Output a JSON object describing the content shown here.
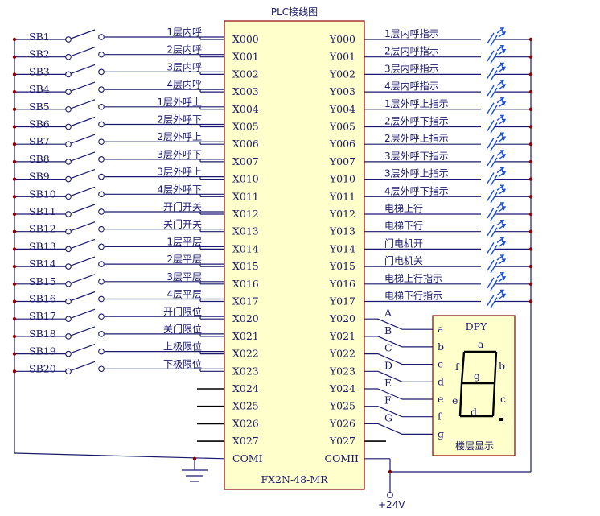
{
  "title": "PLC接线图",
  "model": "FX2N-48-MR",
  "supply_label": "+24V",
  "com_in": "COMI",
  "com_out": "COMII",
  "switches": [
    "SB1",
    "SB2",
    "SB3",
    "SB4",
    "SB5",
    "SB6",
    "SB7",
    "SB8",
    "SB9",
    "SB10",
    "SB11",
    "SB12",
    "SB13",
    "SB14",
    "SB15",
    "SB16",
    "SB17",
    "SB18",
    "SB19",
    "SB20"
  ],
  "input_signals": [
    "1层内呼",
    "2层内呼",
    "3层内呼",
    "4层内呼",
    "1层外呼上",
    "2层外呼下",
    "2层外呼上",
    "3层外呼下",
    "3层外呼上",
    "4层外呼下",
    "开门开关",
    "关门开关",
    "1层平层",
    "2层平层",
    "3层平层",
    "4层平层",
    "开门限位",
    "关门限位",
    "上极限位",
    "下极限位"
  ],
  "inputs": [
    "X000",
    "X001",
    "X002",
    "X003",
    "X004",
    "X005",
    "X006",
    "X007",
    "X010",
    "X011",
    "X012",
    "X013",
    "X014",
    "X015",
    "X016",
    "X017",
    "X020",
    "X021",
    "X022",
    "X023",
    "X024",
    "X025",
    "X026",
    "X027"
  ],
  "outputs": [
    "Y000",
    "Y001",
    "Y002",
    "Y003",
    "Y004",
    "Y005",
    "Y006",
    "Y007",
    "Y010",
    "Y011",
    "Y012",
    "Y013",
    "Y014",
    "Y015",
    "Y016",
    "Y017",
    "Y020",
    "Y021",
    "Y022",
    "Y023",
    "Y024",
    "Y025",
    "Y026",
    "Y027"
  ],
  "output_signals": [
    "1层内呼指示",
    "2层内呼指示",
    "3层内呼指示",
    "4层内呼指示",
    "1层外呼上指示",
    "2层外呼下指示",
    "2层外呼上指示",
    "3层外呼下指示",
    "3层外呼上指示",
    "4层外呼下指示",
    "电梯上行",
    "电梯下行",
    "门电机开",
    "门电机关",
    "电梯上行指示",
    "电梯下行指示"
  ],
  "seg_wires": [
    "A",
    "B",
    "C",
    "D",
    "E",
    "F",
    "G"
  ],
  "display": {
    "title": "DPY",
    "pins": [
      "a",
      "b",
      "c",
      "d",
      "e",
      "f",
      "g"
    ],
    "segments": [
      "a",
      "b",
      "c",
      "d",
      "e",
      "f",
      "g"
    ],
    "caption": "楼层显示"
  }
}
